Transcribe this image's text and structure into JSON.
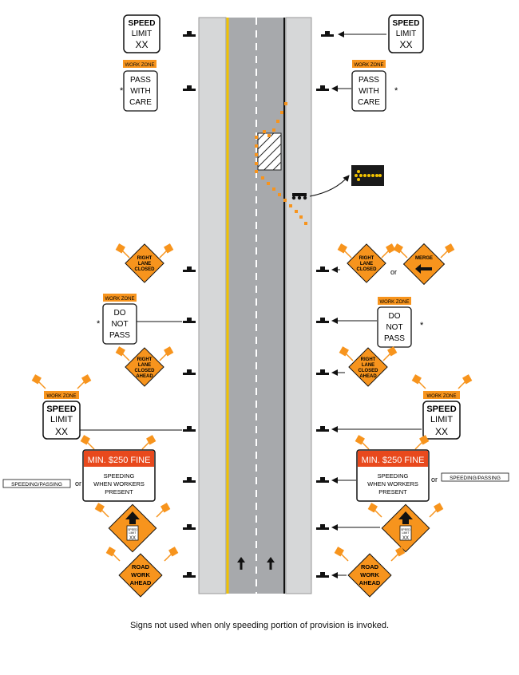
{
  "signs": {
    "speed_limit": [
      "SPEED",
      "LIMIT",
      "XX"
    ],
    "work_zone_plaque": "WORK ZONE",
    "pass_with_care": [
      "PASS",
      "WITH",
      "CARE"
    ],
    "do_not_pass": [
      "DO",
      "NOT",
      "PASS"
    ],
    "right_lane_closed": [
      "RIGHT",
      "LANE",
      "CLOSED"
    ],
    "right_lane_closed_ahead": [
      "RIGHT",
      "LANE",
      "CLOSED",
      "AHEAD"
    ],
    "merge": "MERGE",
    "fine_header": "MIN. $250 FINE",
    "fine_body": [
      "SPEEDING",
      "WHEN WORKERS",
      "PRESENT"
    ],
    "speeding_passing_plaque": "SPEEDING/PASSING",
    "speed_limit_small": [
      "SPEED",
      "LIMIT",
      "XX"
    ],
    "road_work_ahead": [
      "ROAD",
      "WORK",
      "AHEAD"
    ]
  },
  "labels": {
    "or": "or",
    "asterisk": "*"
  },
  "footnote": "Signs not used when only speeding portion of provision is invoked.",
  "colors": {
    "road": "#a7a9ac",
    "shoulder": "#d6d7d8",
    "center_line": "#f2c200",
    "orange": "#f7941d",
    "fine_red": "#e8491d",
    "arrow_board": "#1a1a1a",
    "arrow_lamp": "#f2c200"
  }
}
